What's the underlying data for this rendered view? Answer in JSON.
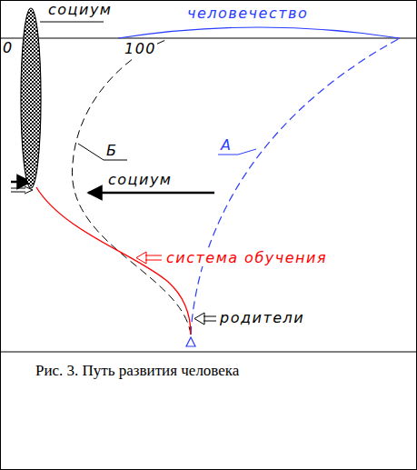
{
  "diagram": {
    "caption": "Рис. 3. Путь развития человека",
    "nodes": [
      {
        "text": [
          "социум"
        ]
      }
    ],
    "labels": [
      "человечество",
      "0",
      "100",
      "Б",
      "А",
      "социум",
      "система обучения",
      "родители"
    ]
  }
}
